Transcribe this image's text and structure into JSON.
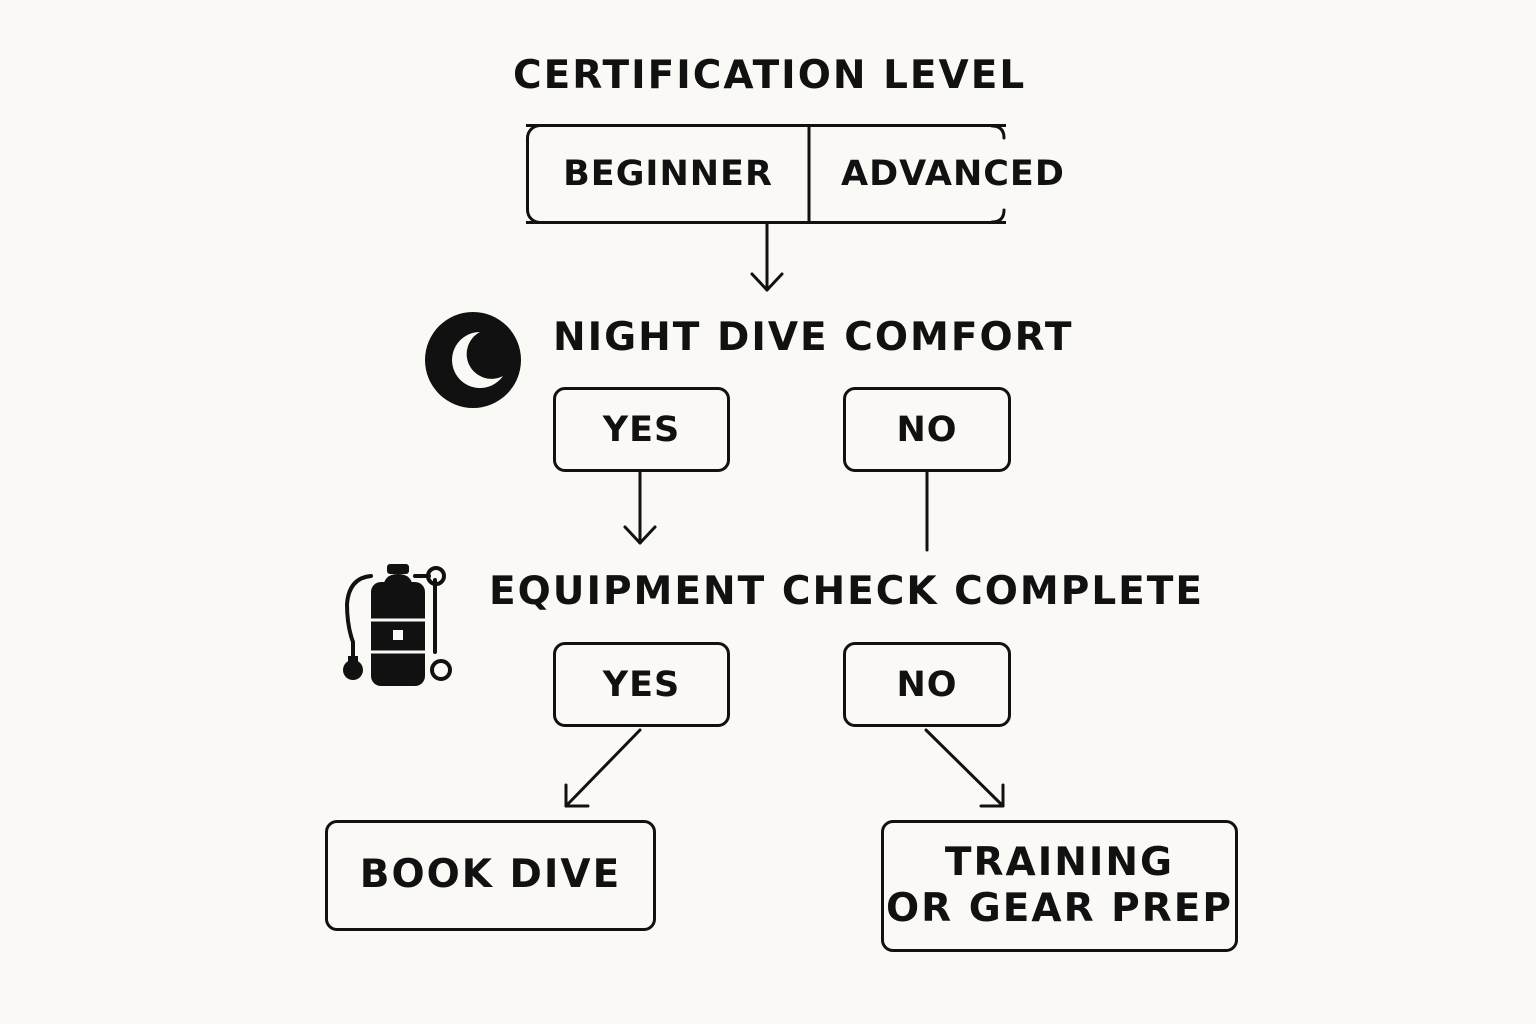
{
  "certification": {
    "heading": "CERTIFICATION LEVEL",
    "options": [
      "BEGINNER",
      "ADVANCED"
    ]
  },
  "night_dive": {
    "heading": "NIGHT DIVE COMFORT",
    "icon": "moon-icon",
    "yes_label": "YES",
    "no_label": "NO"
  },
  "equipment": {
    "heading": "EQUIPMENT CHECK COMPLETE",
    "icon": "scuba-tank-icon",
    "yes_label": "YES",
    "no_label": "NO"
  },
  "outcomes": {
    "book_dive": "BOOK DIVE",
    "training_line1": "TRAINING",
    "training_line2": "OR GEAR PREP"
  },
  "colors": {
    "background": "#faf9f5",
    "ink": "#111111"
  }
}
